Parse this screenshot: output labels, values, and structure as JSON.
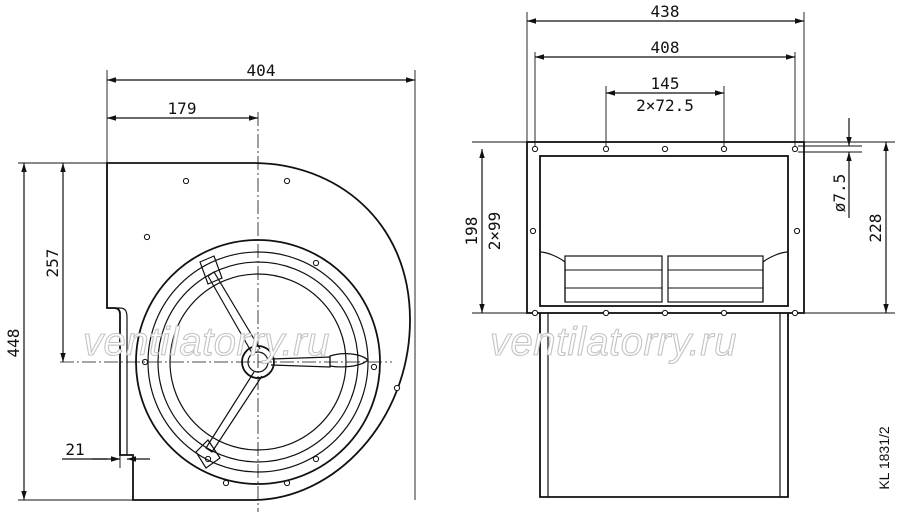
{
  "front_view": {
    "dims": {
      "overall_width": "404",
      "inlet_offset": "179",
      "overall_height": "448",
      "axis_height": "257",
      "flange_offset": "21"
    }
  },
  "side_view": {
    "dims": {
      "overall_width": "438",
      "hole_span": "408",
      "hole_pitch": "145",
      "hole_pitch_detail": "2×72.5",
      "outlet_height": "198",
      "outlet_pitch_detail": "2×99",
      "hole_diameter": "ø7.5",
      "flange_height": "228"
    }
  },
  "watermark": "ventilatorry.ru",
  "drawing_code": "KL 1831/2"
}
